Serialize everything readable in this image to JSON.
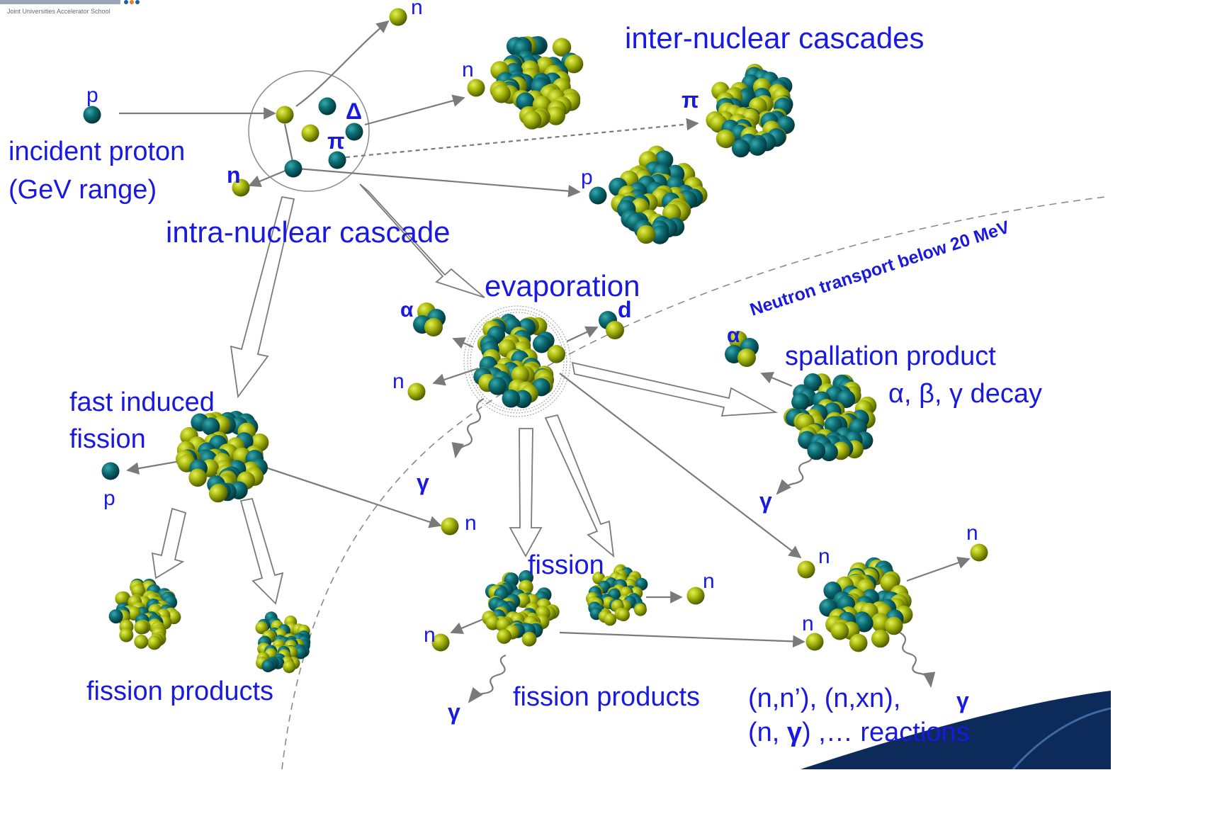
{
  "logo": {
    "org_text": "Joint Universities Accelerator School"
  },
  "labels": {
    "incident_line1": "incident proton",
    "incident_line2": "(GeV range)",
    "intra": "intra-nuclear cascade",
    "inter": "inter-nuclear cascades",
    "evaporation": "evaporation",
    "fast_line1": "fast induced",
    "fast_line2": "fission",
    "fission": "fission",
    "fission_products_left": "fission products",
    "fission_products_mid": "fission products",
    "spallation": "spallation product",
    "decay": "α, β, γ decay",
    "reactions_line1": "(n,n’), (n,xn),",
    "reactions_line2_a": "(n, ",
    "reactions_line2_gamma": "γ",
    "reactions_line2_b": ") ,… reactions",
    "neutron_transport": "Neutron transport below 20 MeV"
  },
  "particles": {
    "p": "p",
    "n": "n",
    "n_bold": "n",
    "delta": "Δ",
    "pi": "π",
    "alpha": "α",
    "d": "d",
    "gamma": "γ"
  },
  "colors": {
    "text": "#1a1adf",
    "arrow": "#7a7a7a",
    "nucleon_yellow": "#9fae06",
    "nucleon_teal": "#0c6d73",
    "corner_navy": "#0d2b5a"
  }
}
